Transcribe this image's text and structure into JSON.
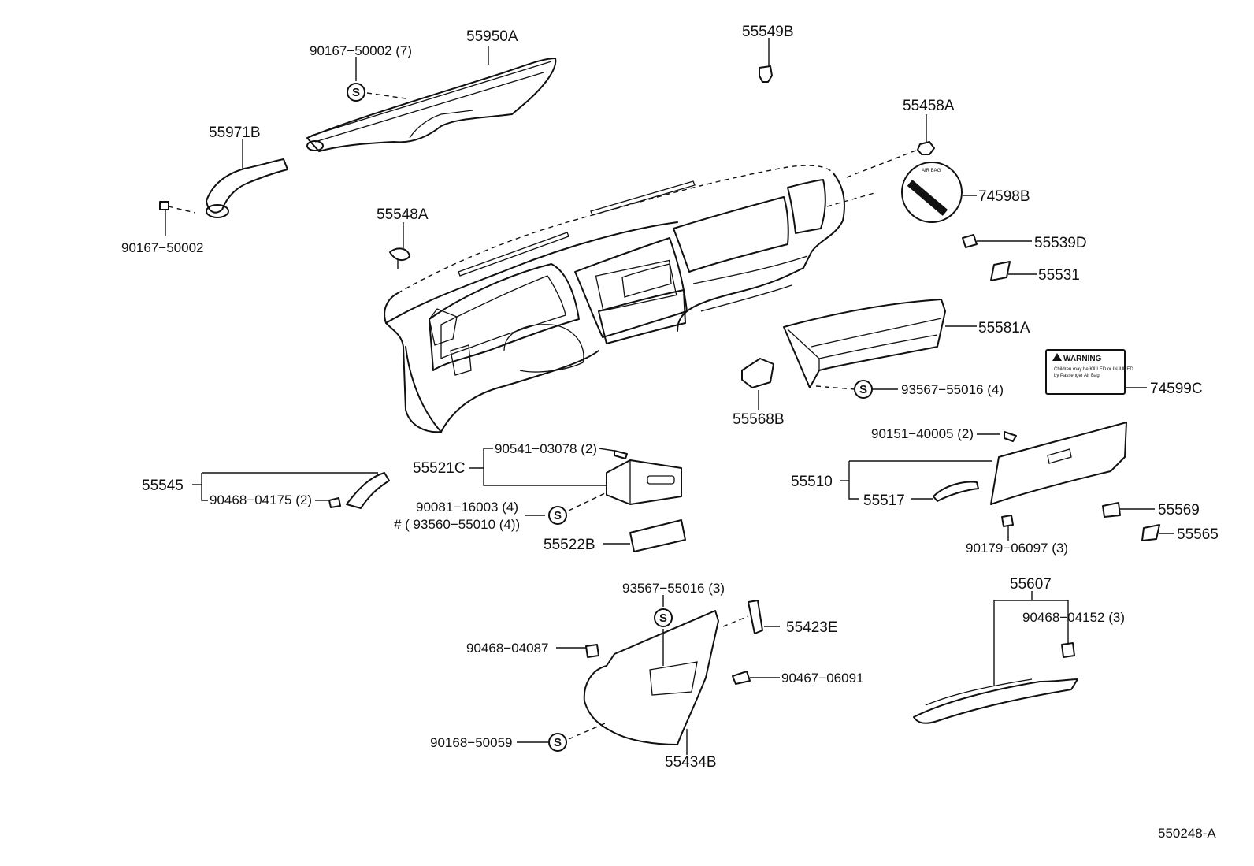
{
  "diagram_id": "550248-A",
  "screw_symbol": "S",
  "warning_label": {
    "heading": "WARNING",
    "lines": [
      "Children may be KILLED or INJURED",
      "by Passenger Air Bag"
    ]
  },
  "airbag_sticker_text": "AIR BAG",
  "parts": {
    "p55950A": "55950A",
    "p90167_50002_7": "90167−50002 (7)",
    "p55549B": "55549B",
    "p55458A": "55458A",
    "p55971B": "55971B",
    "p90167_50002": "90167−50002",
    "p74598B": "74598B",
    "p55548A": "55548A",
    "p55539D": "55539D",
    "p55531": "55531",
    "p55581A": "55581A",
    "p93567_55016_4": "93567−55016 (4)",
    "p74599C": "74599C",
    "p55568B": "55568B",
    "p90151_40005_2": "90151−40005 (2)",
    "p90541_03078_2": "90541−03078 (2)",
    "p55521C": "55521C",
    "p55545": "55545",
    "p90468_04175_2": "90468−04175 (2)",
    "p90081_16003_4": "90081−16003 (4)",
    "p93560_55010_4": "# ( 93560−55010 (4))",
    "p55522B": "55522B",
    "p55510": "55510",
    "p55517": "55517",
    "p55569": "55569",
    "p55565": "55565",
    "p90179_06097_3": "90179−06097 (3)",
    "p55607": "55607",
    "p90468_04152_3": "90468−04152 (3)",
    "p93567_55016_3": "93567−55016 (3)",
    "p55423E": "55423E",
    "p90468_04087": "90468−04087",
    "p90467_06091": "90467−06091",
    "p90168_50059": "90168−50059",
    "p55434B": "55434B"
  }
}
